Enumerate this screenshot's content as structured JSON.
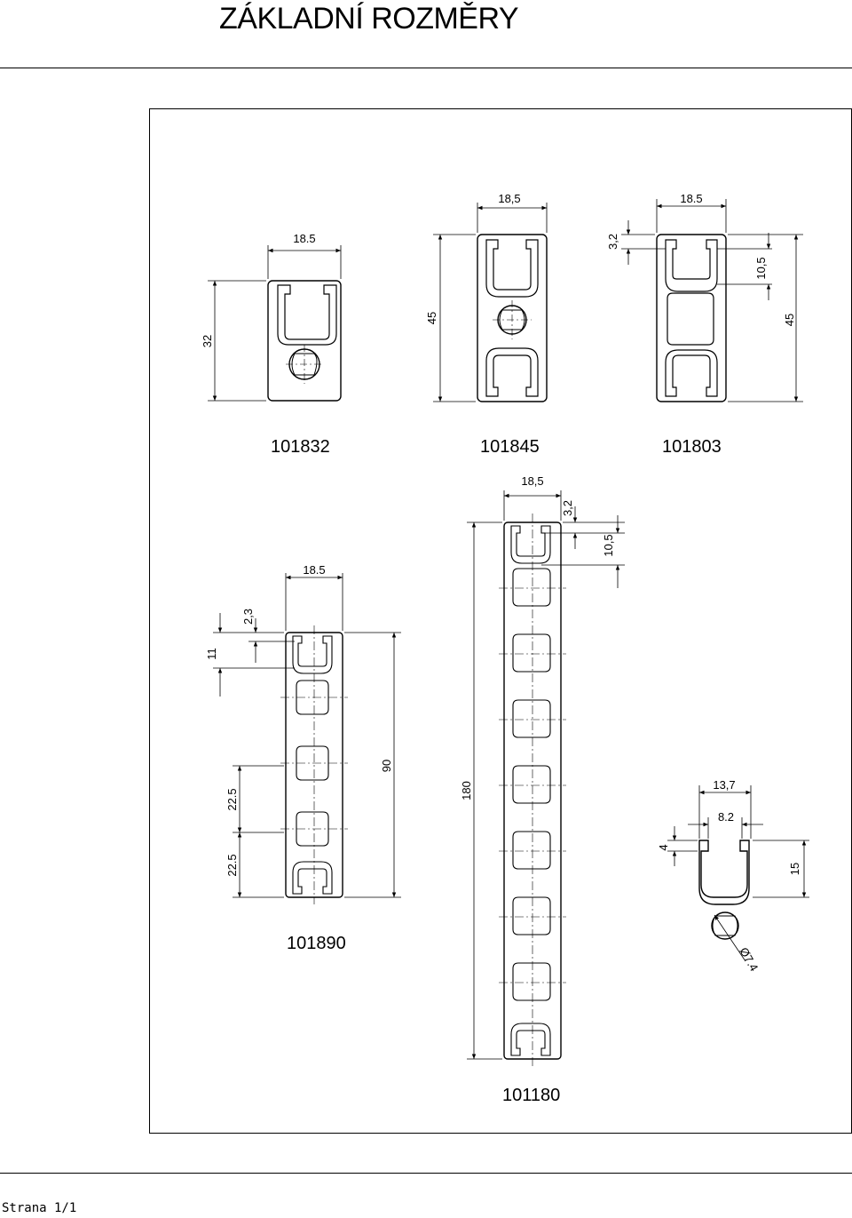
{
  "title": "ZÁKLADNÍ ROZMĚRY",
  "footer": "Strana 1/1",
  "parts": {
    "p101832": {
      "label": "101832",
      "dims": {
        "width": "18.5",
        "height": "32"
      }
    },
    "p101845": {
      "label": "101845",
      "dims": {
        "width": "18,5",
        "height": "45"
      }
    },
    "p101803": {
      "label": "101803",
      "dims": {
        "width": "18.5",
        "wall": "3,2",
        "slot": "10,5",
        "height": "45"
      }
    },
    "p101890": {
      "label": "101890",
      "dims": {
        "width": "18.5",
        "wall": "2,3",
        "slot": "11",
        "height": "90",
        "pitch_a": "22.5",
        "pitch_b": "22.5"
      }
    },
    "p101180": {
      "label": "101180",
      "dims": {
        "width": "18,5",
        "wall": "3,2",
        "slot": "10,5",
        "height": "180"
      }
    },
    "detail": {
      "dims": {
        "outer": "13,7",
        "inner": "8.2",
        "lip": "4",
        "depth": "15",
        "hole": "Ø7.4"
      }
    }
  }
}
